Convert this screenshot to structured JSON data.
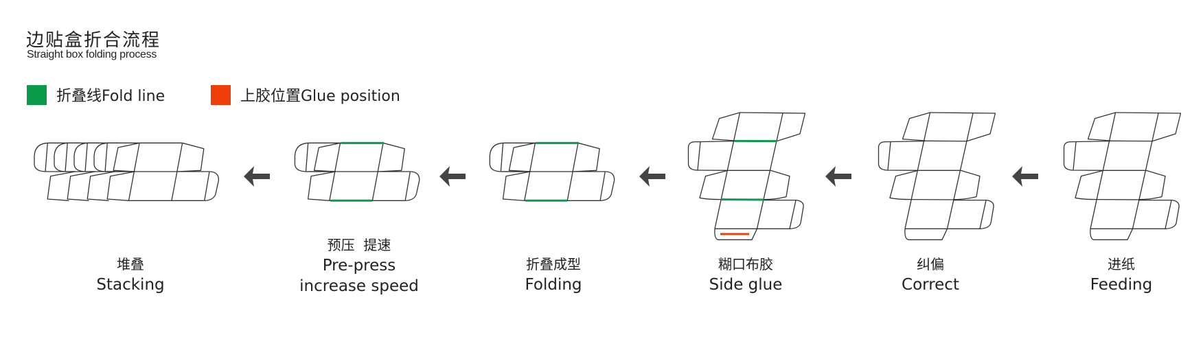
{
  "header": {
    "title": "边贴盒折合流程",
    "subtitle": "Straight box folding process"
  },
  "legend": [
    {
      "label": "折叠线Fold line",
      "color": "#0a9a4a"
    },
    {
      "label": "上胶位置Glue position",
      "color": "#ee3d06"
    }
  ],
  "steps": [
    {
      "cn": "堆叠",
      "en": "Stacking"
    },
    {
      "cn": "预压  提速",
      "en": "Pre-press",
      "en2": "increase speed"
    },
    {
      "cn": "折叠成型",
      "en": "Folding"
    },
    {
      "cn": "糊口布胶",
      "en": "Side glue"
    },
    {
      "cn": "纠偏",
      "en": "Correct"
    },
    {
      "cn": "进纸",
      "en": "Feeding"
    }
  ],
  "colors": {
    "arrow": "#444444",
    "outline": "#333333"
  }
}
